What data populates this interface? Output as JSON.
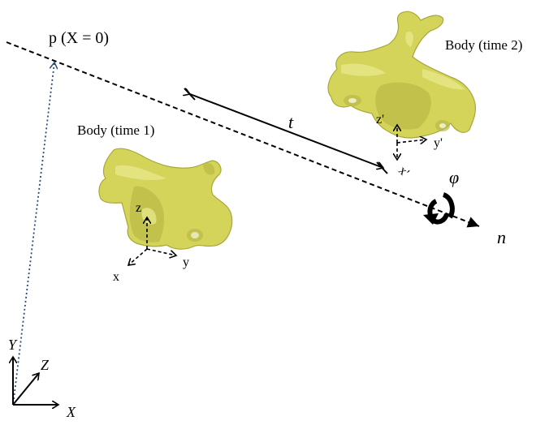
{
  "labels": {
    "point_p": "p (X = 0)",
    "body_time1": "Body (time 1)",
    "body_time2": "Body (time 2)",
    "translation": "t",
    "rotation_angle": "φ",
    "axis_vector": "n⃗"
  },
  "local_axes_time1": {
    "z": "z",
    "x": "x",
    "y": "y"
  },
  "local_axes_time2": {
    "z": "z'",
    "x": "x'",
    "y": "y'"
  },
  "global_axes": {
    "Y": "Y",
    "Z": "Z",
    "X": "X"
  },
  "colors": {
    "bone": "#d4d45a",
    "position_vector": "#2a4a78"
  }
}
